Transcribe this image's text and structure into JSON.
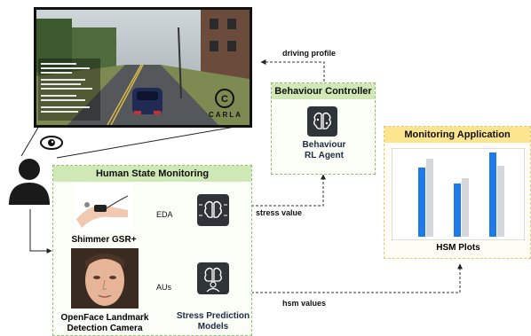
{
  "title_sim": "CARLA",
  "labels": {
    "driving_profile": "driving profile",
    "stress_value": "stress value",
    "hsm_values": "hsm values",
    "eda": "EDA",
    "aus": "AUs"
  },
  "panels": {
    "behaviour_controller": {
      "header": "Behaviour Controller",
      "agent_line1": "Behaviour",
      "agent_line2": "RL Agent"
    },
    "monitoring_application": {
      "header": "Monitoring Application",
      "plots_label": "HSM Plots"
    },
    "human_state_monitoring": {
      "header": "Human State Monitoring",
      "shimmer_label": "Shimmer GSR+",
      "camera_line1": "OpenFace Landmark",
      "camera_line2": "Detection Camera",
      "model_line1": "Stress Prediction",
      "model_line2": "Models"
    }
  },
  "colors": {
    "green_header": "#cfe8b5",
    "yellow_header": "#fde48f",
    "bar_blue": "#1e7ae6",
    "bar_gray": "#d5d7db",
    "icon_dark": "#2f3438"
  },
  "icons": [
    "eye-icon",
    "person-icon",
    "brain-chip-icon",
    "brain-user-icon",
    "carla-logo-icon"
  ]
}
